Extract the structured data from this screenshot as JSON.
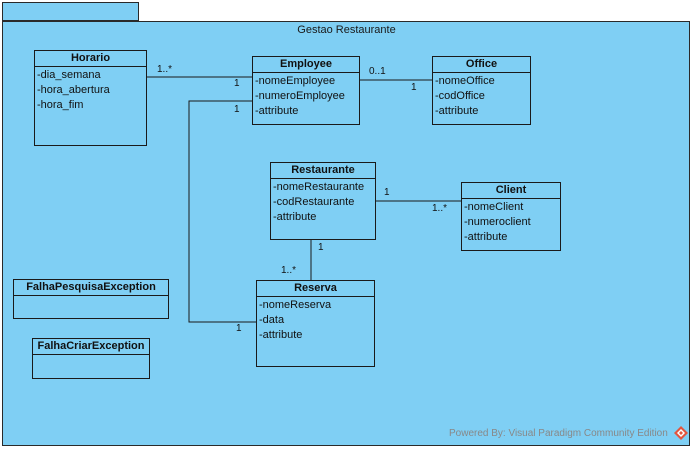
{
  "package": {
    "title": "Gestao Restaurante"
  },
  "classes": {
    "horario": {
      "name": "Horario",
      "attributes": [
        "-dia_semana",
        "-hora_abertura",
        "-hora_fim"
      ]
    },
    "employee": {
      "name": "Employee",
      "attributes": [
        "-nomeEmployee",
        "-numeroEmployee",
        "-attribute"
      ]
    },
    "office": {
      "name": "Office",
      "attributes": [
        "-nomeOffice",
        "-codOffice",
        "-attribute"
      ]
    },
    "restaurante": {
      "name": "Restaurante",
      "attributes": [
        "-nomeRestaurante",
        "-codRestaurante",
        "-attribute"
      ]
    },
    "client": {
      "name": "Client",
      "attributes": [
        "-nomeClient",
        "-numeroclient",
        "-attribute"
      ]
    },
    "reserva": {
      "name": "Reserva",
      "attributes": [
        "-nomeReserva",
        "-data",
        "-attribute"
      ]
    },
    "falha_pesquisa": {
      "name": "FalhaPesquisaException",
      "attributes": []
    },
    "falha_criar": {
      "name": "FalhaCriarException",
      "attributes": []
    }
  },
  "multiplicities": {
    "horario_employee_horario_end": "1..*",
    "horario_employee_employee_end": "1",
    "employee_office_employee_end": "0..1",
    "employee_office_office_end": "1",
    "employee_reserva_employee_end": "1",
    "employee_reserva_reserva_end": "1",
    "restaurante_client_restaurante_end": "1",
    "restaurante_client_client_end": "1..*",
    "restaurante_reserva_restaurante_end": "1",
    "restaurante_reserva_reserva_end": "1..*"
  },
  "footer": {
    "text": "Powered By: Visual Paradigm Community Edition"
  }
}
